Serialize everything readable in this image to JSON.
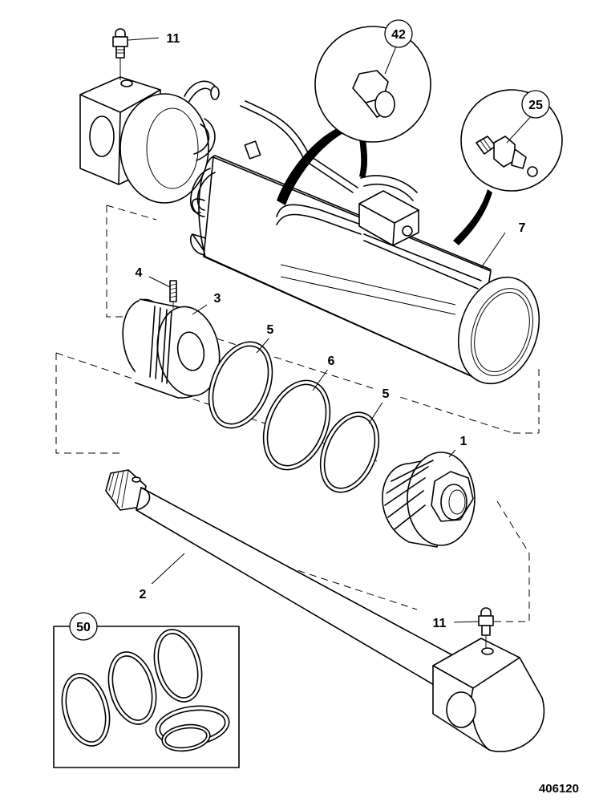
{
  "figure_reference": "406120",
  "callouts": [
    {
      "id": "c1",
      "label": "1"
    },
    {
      "id": "c2",
      "label": "2"
    },
    {
      "id": "c3",
      "label": "3"
    },
    {
      "id": "c4",
      "label": "4"
    },
    {
      "id": "c5a",
      "label": "5"
    },
    {
      "id": "c5b",
      "label": "5"
    },
    {
      "id": "c6",
      "label": "6"
    },
    {
      "id": "c7",
      "label": "7"
    },
    {
      "id": "c11a",
      "label": "11"
    },
    {
      "id": "c11b",
      "label": "11"
    },
    {
      "id": "c25",
      "label": "25"
    },
    {
      "id": "c42",
      "label": "42"
    },
    {
      "id": "c50",
      "label": "50"
    }
  ]
}
